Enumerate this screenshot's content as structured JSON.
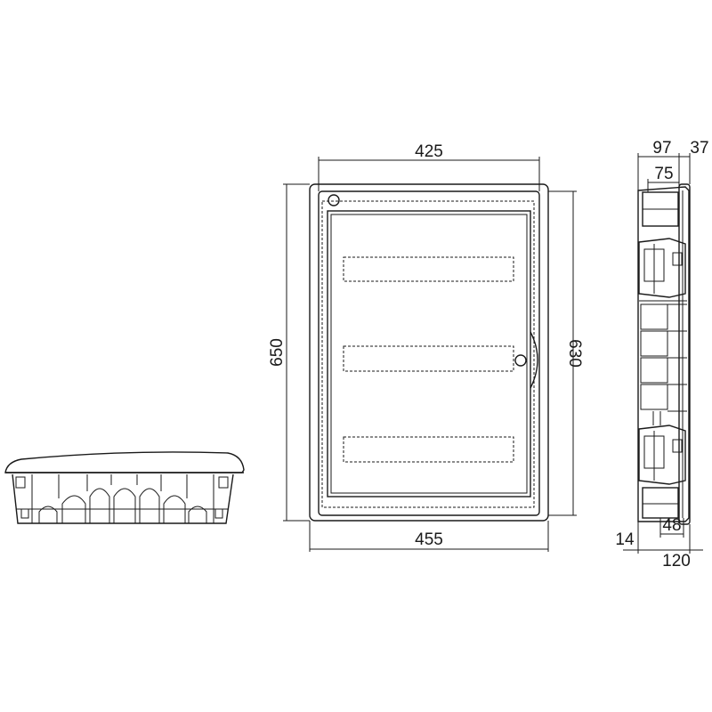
{
  "dimensions": {
    "front_width_inner": "425",
    "front_width_outer": "455",
    "front_height_outer": "650",
    "front_height_inner": "630",
    "side_depth_top": "97",
    "side_depth_cover": "37",
    "side_depth_inner": "75",
    "side_bottom_offset": "14",
    "side_base_width": "48",
    "side_total_depth": "120"
  }
}
